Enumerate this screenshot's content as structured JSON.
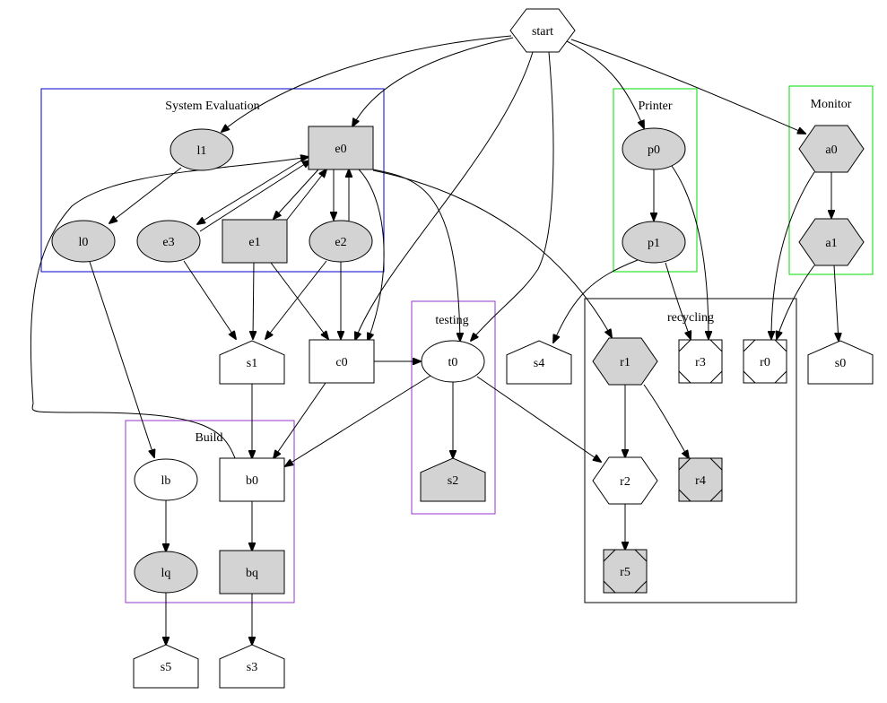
{
  "graph": {
    "colors": {
      "filled": "#d3d3d3",
      "unfilled": "#ffffff",
      "cluster_system_evaluation": "#0000cc",
      "cluster_printer": "#00dd00",
      "cluster_monitor": "#00dd00",
      "cluster_testing": "#9933cc",
      "cluster_build": "#9933cc",
      "cluster_recycling": "#000000"
    },
    "clusters": [
      {
        "id": "system_evaluation",
        "label": "System Evaluation"
      },
      {
        "id": "printer",
        "label": "Printer"
      },
      {
        "id": "monitor",
        "label": "Monitor"
      },
      {
        "id": "testing",
        "label": "testing"
      },
      {
        "id": "build",
        "label": "Build"
      },
      {
        "id": "recycling",
        "label": "recycling"
      }
    ],
    "nodes": [
      {
        "id": "start",
        "label": "start",
        "shape": "hexagon",
        "filled": false
      },
      {
        "id": "l1",
        "label": "l1",
        "shape": "ellipse",
        "filled": true,
        "cluster": "system_evaluation"
      },
      {
        "id": "e0",
        "label": "e0",
        "shape": "box",
        "filled": true,
        "cluster": "system_evaluation"
      },
      {
        "id": "l0",
        "label": "l0",
        "shape": "ellipse",
        "filled": true,
        "cluster": "system_evaluation"
      },
      {
        "id": "e3",
        "label": "e3",
        "shape": "ellipse",
        "filled": true,
        "cluster": "system_evaluation"
      },
      {
        "id": "e1",
        "label": "e1",
        "shape": "box",
        "filled": true,
        "cluster": "system_evaluation"
      },
      {
        "id": "e2",
        "label": "e2",
        "shape": "ellipse",
        "filled": true,
        "cluster": "system_evaluation"
      },
      {
        "id": "p0",
        "label": "p0",
        "shape": "ellipse",
        "filled": true,
        "cluster": "printer"
      },
      {
        "id": "p1",
        "label": "p1",
        "shape": "ellipse",
        "filled": true,
        "cluster": "printer"
      },
      {
        "id": "a0",
        "label": "a0",
        "shape": "hexagon",
        "filled": true,
        "cluster": "monitor"
      },
      {
        "id": "a1",
        "label": "a1",
        "shape": "hexagon",
        "filled": true,
        "cluster": "monitor"
      },
      {
        "id": "s1",
        "label": "s1",
        "shape": "house",
        "filled": false
      },
      {
        "id": "c0",
        "label": "c0",
        "shape": "box",
        "filled": false
      },
      {
        "id": "t0",
        "label": "t0",
        "shape": "ellipse",
        "filled": false,
        "cluster": "testing"
      },
      {
        "id": "s2",
        "label": "s2",
        "shape": "house",
        "filled": true,
        "cluster": "testing"
      },
      {
        "id": "s4",
        "label": "s4",
        "shape": "house",
        "filled": false
      },
      {
        "id": "r1",
        "label": "r1",
        "shape": "hexagon",
        "filled": true,
        "cluster": "recycling"
      },
      {
        "id": "r3",
        "label": "r3",
        "shape": "Msquare",
        "filled": false,
        "cluster": "recycling"
      },
      {
        "id": "r0",
        "label": "r0",
        "shape": "Msquare",
        "filled": false,
        "cluster": "recycling"
      },
      {
        "id": "r2",
        "label": "r2",
        "shape": "hexagon",
        "filled": false,
        "cluster": "recycling"
      },
      {
        "id": "r4",
        "label": "r4",
        "shape": "Msquare",
        "filled": true,
        "cluster": "recycling"
      },
      {
        "id": "r5",
        "label": "r5",
        "shape": "Msquare",
        "filled": true,
        "cluster": "recycling"
      },
      {
        "id": "s0",
        "label": "s0",
        "shape": "house",
        "filled": false
      },
      {
        "id": "lb",
        "label": "lb",
        "shape": "ellipse",
        "filled": false,
        "cluster": "build"
      },
      {
        "id": "b0",
        "label": "b0",
        "shape": "box",
        "filled": false,
        "cluster": "build"
      },
      {
        "id": "lq",
        "label": "lq",
        "shape": "ellipse",
        "filled": true,
        "cluster": "build"
      },
      {
        "id": "bq",
        "label": "bq",
        "shape": "box",
        "filled": true,
        "cluster": "build"
      },
      {
        "id": "s5",
        "label": "s5",
        "shape": "house",
        "filled": false
      },
      {
        "id": "s3",
        "label": "s3",
        "shape": "house",
        "filled": false
      }
    ],
    "edges": [
      {
        "from": "start",
        "to": "l1"
      },
      {
        "from": "start",
        "to": "e0"
      },
      {
        "from": "start",
        "to": "p0"
      },
      {
        "from": "start",
        "to": "a0"
      },
      {
        "from": "start",
        "to": "c0"
      },
      {
        "from": "start",
        "to": "t0"
      },
      {
        "from": "l1",
        "to": "l0"
      },
      {
        "from": "e0",
        "to": "e3"
      },
      {
        "from": "e3",
        "to": "e0"
      },
      {
        "from": "e0",
        "to": "e1"
      },
      {
        "from": "e1",
        "to": "e0"
      },
      {
        "from": "e0",
        "to": "e2"
      },
      {
        "from": "e2",
        "to": "e0"
      },
      {
        "from": "e0",
        "to": "c0"
      },
      {
        "from": "e0",
        "to": "t0"
      },
      {
        "from": "e0",
        "to": "r1"
      },
      {
        "from": "b0",
        "to": "e0"
      },
      {
        "from": "l0",
        "to": "lb"
      },
      {
        "from": "e3",
        "to": "s1"
      },
      {
        "from": "e1",
        "to": "s1"
      },
      {
        "from": "e1",
        "to": "c0"
      },
      {
        "from": "e2",
        "to": "s1"
      },
      {
        "from": "e2",
        "to": "c0"
      },
      {
        "from": "p0",
        "to": "p1"
      },
      {
        "from": "p0",
        "to": "r3"
      },
      {
        "from": "p1",
        "to": "s4"
      },
      {
        "from": "p1",
        "to": "r3"
      },
      {
        "from": "a0",
        "to": "a1"
      },
      {
        "from": "a0",
        "to": "r0"
      },
      {
        "from": "a1",
        "to": "r0"
      },
      {
        "from": "a1",
        "to": "s0"
      },
      {
        "from": "c0",
        "to": "t0"
      },
      {
        "from": "c0",
        "to": "b0"
      },
      {
        "from": "s1",
        "to": "b0"
      },
      {
        "from": "t0",
        "to": "s2"
      },
      {
        "from": "t0",
        "to": "b0"
      },
      {
        "from": "t0",
        "to": "r2"
      },
      {
        "from": "r1",
        "to": "r2"
      },
      {
        "from": "r1",
        "to": "r4"
      },
      {
        "from": "r2",
        "to": "r5"
      },
      {
        "from": "lb",
        "to": "lq"
      },
      {
        "from": "b0",
        "to": "bq"
      },
      {
        "from": "lq",
        "to": "s5"
      },
      {
        "from": "bq",
        "to": "s3"
      }
    ]
  }
}
